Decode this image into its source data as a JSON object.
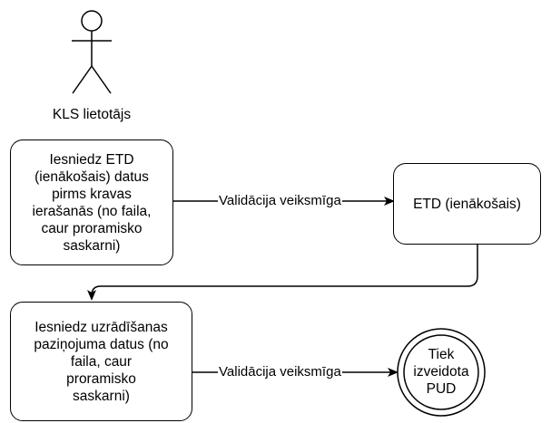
{
  "actor": {
    "label": "KLS lietotājs"
  },
  "nodes": {
    "submit_etd": "Iesniedz ETD\n(ienākošais) datus\npirms kravas\nierašanās (no faila,\ncaur proramisko\nsaskarni)",
    "etd": "ETD (ienākošais)",
    "submit_notice": "Iesniedz uzrādīšanas\npaziņojuma datus (no\nfaila, caur\nproramisko\nsaskarni)",
    "pud": "Tiek\nizveidota\nPUD"
  },
  "edges": {
    "etd_validation": "Validācija veiksmīga",
    "notice_validation": "Validācija veiksmīga"
  }
}
